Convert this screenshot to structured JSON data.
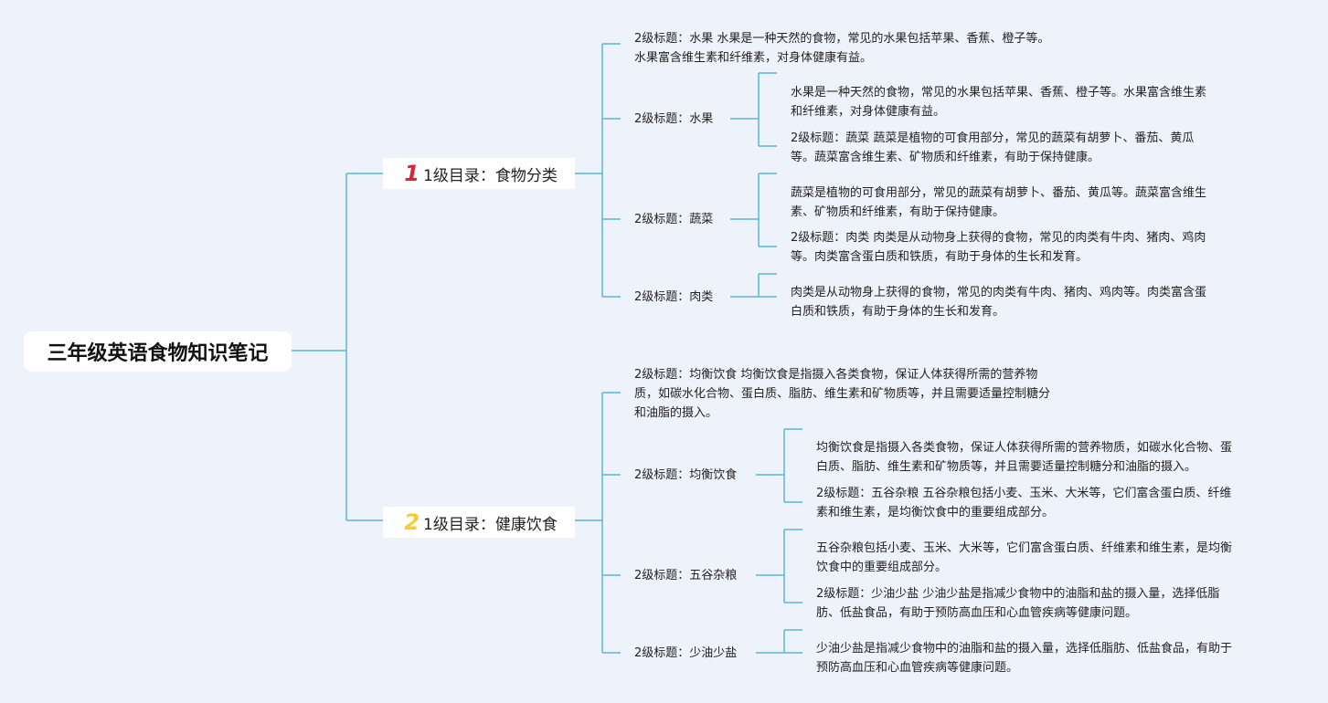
{
  "root": "三年级英语食物知识笔记",
  "branches": [
    {
      "num": "1",
      "num_color": "#d9253b",
      "title": "1级目录：食物分类",
      "intro": [
        "2级标题：水果 水果是一种天然的食物，常见的水果包括苹果、香蕉、橙子等。",
        "水果富含维生素和纤维素，对身体健康有益。"
      ],
      "groups": [
        {
          "label": "2级标题：水果",
          "items": [
            [
              "水果是一种天然的食物，常见的水果包括苹果、香蕉、橙子等。水果富含维生素",
              "和纤维素，对身体健康有益。"
            ],
            [
              "2级标题：蔬菜 蔬菜是植物的可食用部分，常见的蔬菜有胡萝卜、番茄、黄瓜",
              "等。蔬菜富含维生素、矿物质和纤维素，有助于保持健康。"
            ]
          ]
        },
        {
          "label": "2级标题：蔬菜",
          "items": [
            [
              "蔬菜是植物的可食用部分，常见的蔬菜有胡萝卜、番茄、黄瓜等。蔬菜富含维生",
              "素、矿物质和纤维素，有助于保持健康。"
            ],
            [
              "2级标题：肉类 肉类是从动物身上获得的食物，常见的肉类有牛肉、猪肉、鸡肉",
              "等。肉类富含蛋白质和铁质，有助于身体的生长和发育。"
            ]
          ]
        },
        {
          "label": "2级标题：肉类",
          "items": [
            [
              "肉类是从动物身上获得的食物，常见的肉类有牛肉、猪肉、鸡肉等。肉类富含蛋",
              "白质和铁质，有助于身体的生长和发育。"
            ]
          ]
        }
      ]
    },
    {
      "num": "2",
      "num_color": "#f5cc2a",
      "title": "1级目录：健康饮食",
      "intro": [
        "2级标题：均衡饮食 均衡饮食是指摄入各类食物，保证人体获得所需的营养物",
        "质，如碳水化合物、蛋白质、脂肪、维生素和矿物质等，并且需要适量控制糖分",
        "和油脂的摄入。"
      ],
      "groups": [
        {
          "label": "2级标题：均衡饮食",
          "items": [
            [
              "均衡饮食是指摄入各类食物，保证人体获得所需的营养物质，如碳水化合物、蛋",
              "白质、脂肪、维生素和矿物质等，并且需要适量控制糖分和油脂的摄入。"
            ],
            [
              "2级标题：五谷杂粮 五谷杂粮包括小麦、玉米、大米等，它们富含蛋白质、纤维",
              "素和维生素，是均衡饮食中的重要组成部分。"
            ]
          ]
        },
        {
          "label": "2级标题：五谷杂粮",
          "items": [
            [
              "五谷杂粮包括小麦、玉米、大米等，它们富含蛋白质、纤维素和维生素，是均衡",
              "饮食中的重要组成部分。"
            ],
            [
              "2级标题：少油少盐 少油少盐是指减少食物中的油脂和盐的摄入量，选择低脂",
              "肪、低盐食品，有助于预防高血压和心血管疾病等健康问题。"
            ]
          ]
        },
        {
          "label": "2级标题：少油少盐",
          "items": [
            [
              "少油少盐是指减少食物中的油脂和盐的摄入量，选择低脂肪、低盐食品，有助于",
              "预防高血压和心血管疾病等健康问题。"
            ]
          ]
        }
      ]
    }
  ],
  "colors": {
    "line": "#5bb6d8",
    "background": "#eef3fb",
    "node": "#ffffff"
  }
}
